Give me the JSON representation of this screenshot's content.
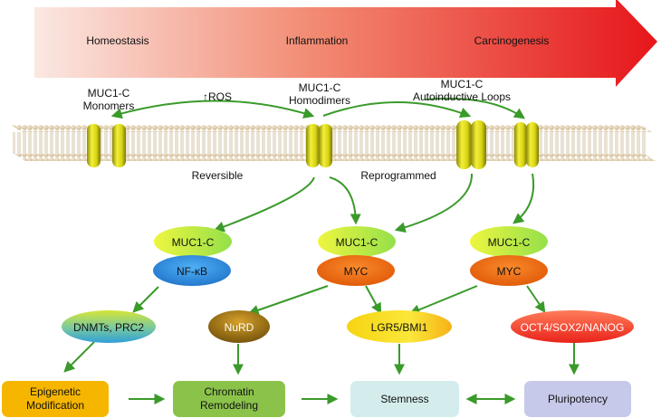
{
  "stages": [
    "Homeostasis",
    "Inflammation",
    "Carcinogenesis"
  ],
  "membrane_labels": {
    "monomers": "MUC1-C\nMonomers",
    "ros": "↑ROS",
    "homodimers": "MUC1-C\nHomodimers",
    "loops": "MUC1-C\nAutoinductive Loops",
    "reversible": "Reversible",
    "reprogrammed": "Reprogrammed"
  },
  "nodes": {
    "muc1c_left": "MUC1-C",
    "muc1c_mid": "MUC1-C",
    "muc1c_right": "MUC1-C",
    "nfkb": "NF-κB",
    "myc_mid": "MYC",
    "myc_right": "MYC",
    "dnmts": "DNMTs, PRC2",
    "nurd": "NuRD",
    "lgr5": "LGR5/BMI1",
    "oct4": "OCT4/SOX2/NANOG"
  },
  "outcomes": {
    "epigenetic": "Epigenetic\nModification",
    "chromatin": "Chromatin\nRemodeling",
    "stemness": "Stemness",
    "pluripotency": "Pluripotency"
  },
  "colors": {
    "arrow_green": "#3a9a2a",
    "bilayer_head": "#d9c7a6",
    "protein_yellow": "#d8d414",
    "nfkb_blue": "#2e86de",
    "myc_orange": "#ec6a0e"
  }
}
